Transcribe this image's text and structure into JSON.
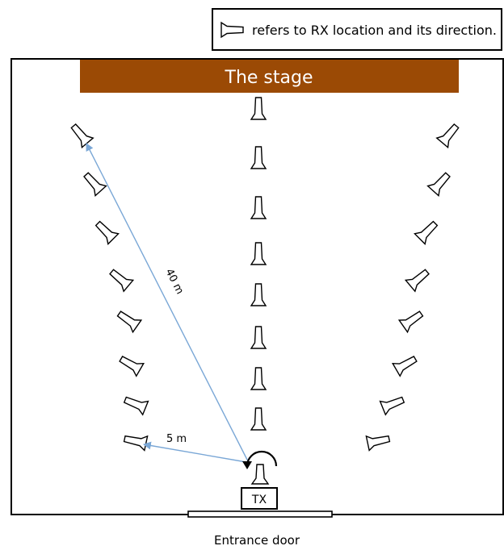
{
  "legend": {
    "icon": "rx-receiver-icon",
    "text": "refers to RX location and its direction."
  },
  "stage": {
    "label": "The stage",
    "color": "#9B4A05"
  },
  "tx": {
    "label": "TX"
  },
  "door": {
    "label": "Entrance door"
  },
  "distances": {
    "long": "40 m",
    "short": "5 m"
  },
  "colors": {
    "arrow": "#7AA7D6",
    "outline": "#000000"
  }
}
